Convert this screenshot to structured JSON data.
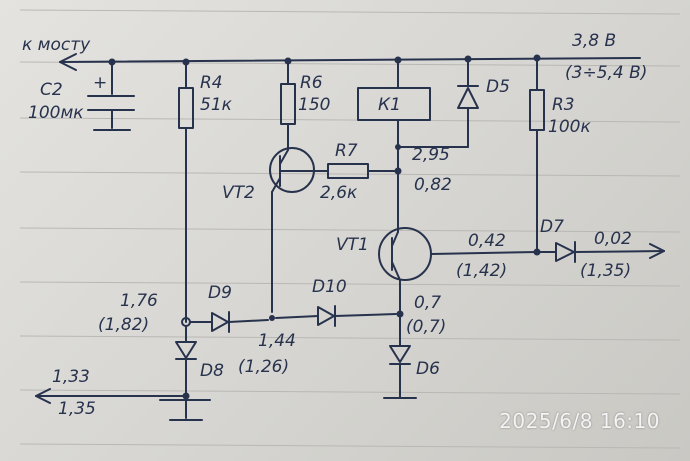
{
  "photo": {
    "timestamp": "2025/6/8 16:10"
  },
  "labels": {
    "to_bridge": "к мосту",
    "supply_voltage": "3,8 В",
    "supply_voltage_alt": "(3÷5,4 В)",
    "c2_name": "C2",
    "c2_value": "100мк",
    "c2_plus": "+",
    "r4_name": "R4",
    "r4_value": "51к",
    "r6_name": "R6",
    "r6_value": "150",
    "r7_name": "R7",
    "r7_value": "2,6к",
    "r3_name": "R3",
    "r3_value": "100к",
    "k1_name": "К1",
    "d5_name": "D5",
    "d6_name": "D6",
    "d7_name": "D7",
    "d8_name": "D8",
    "d9_name": "D9",
    "d10_name": "D10",
    "vt1_name": "VT1",
    "vt2_name": "VT2",
    "v_295": "2,95",
    "v_082": "0,82",
    "v_042": "0,42",
    "v_142": "(1,42)",
    "v_002": "0,02",
    "v_135_out": "(1,35)",
    "v_176": "1,76",
    "v_182": "(1,82)",
    "v_144": "1,44",
    "v_126": "(1,26)",
    "v_07": "0,7",
    "v_07b": "(0,7)",
    "v_133": "1,33",
    "v_135": "1,35"
  }
}
